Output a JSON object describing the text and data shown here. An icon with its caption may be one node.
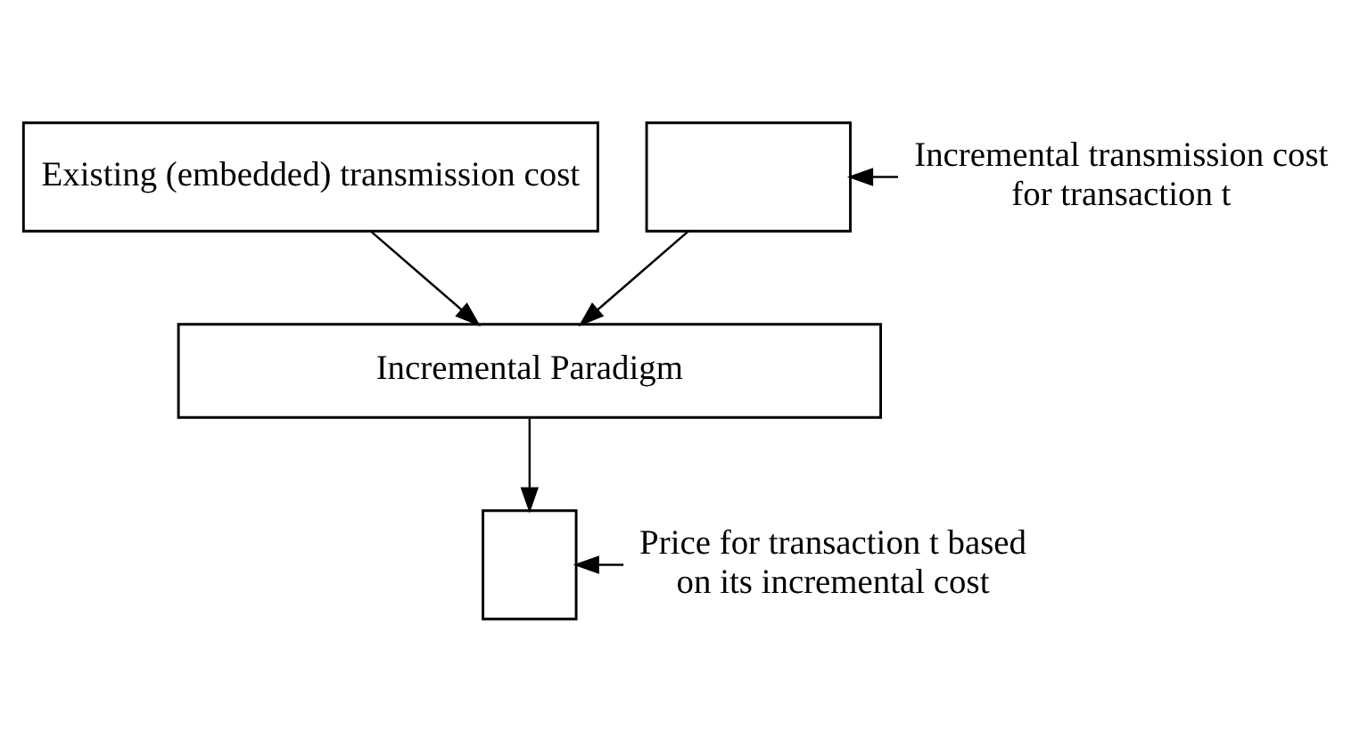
{
  "diagram": {
    "nodes": [
      {
        "text": [
          "Existing (embedded) transmission cost"
        ]
      },
      {
        "text": [],
        "shape": "box"
      },
      {
        "text": [
          "Incremental transmission cost for transaction t"
        ]
      },
      {
        "text": [
          "Incremental Paradigm"
        ]
      },
      {
        "text": [],
        "shape": "box"
      },
      {
        "text": [
          "Price for transaction t based on its incremental cost"
        ]
      }
    ],
    "edges": [
      {
        "from": 2,
        "to": 1,
        "arrow": "to"
      },
      {
        "from": 0,
        "to": 3,
        "arrow": "to"
      },
      {
        "from": 1,
        "to": 3,
        "arrow": "to"
      },
      {
        "from": 3,
        "to": 4,
        "arrow": "to"
      },
      {
        "from": 5,
        "to": 4,
        "arrow": "to"
      }
    ]
  }
}
